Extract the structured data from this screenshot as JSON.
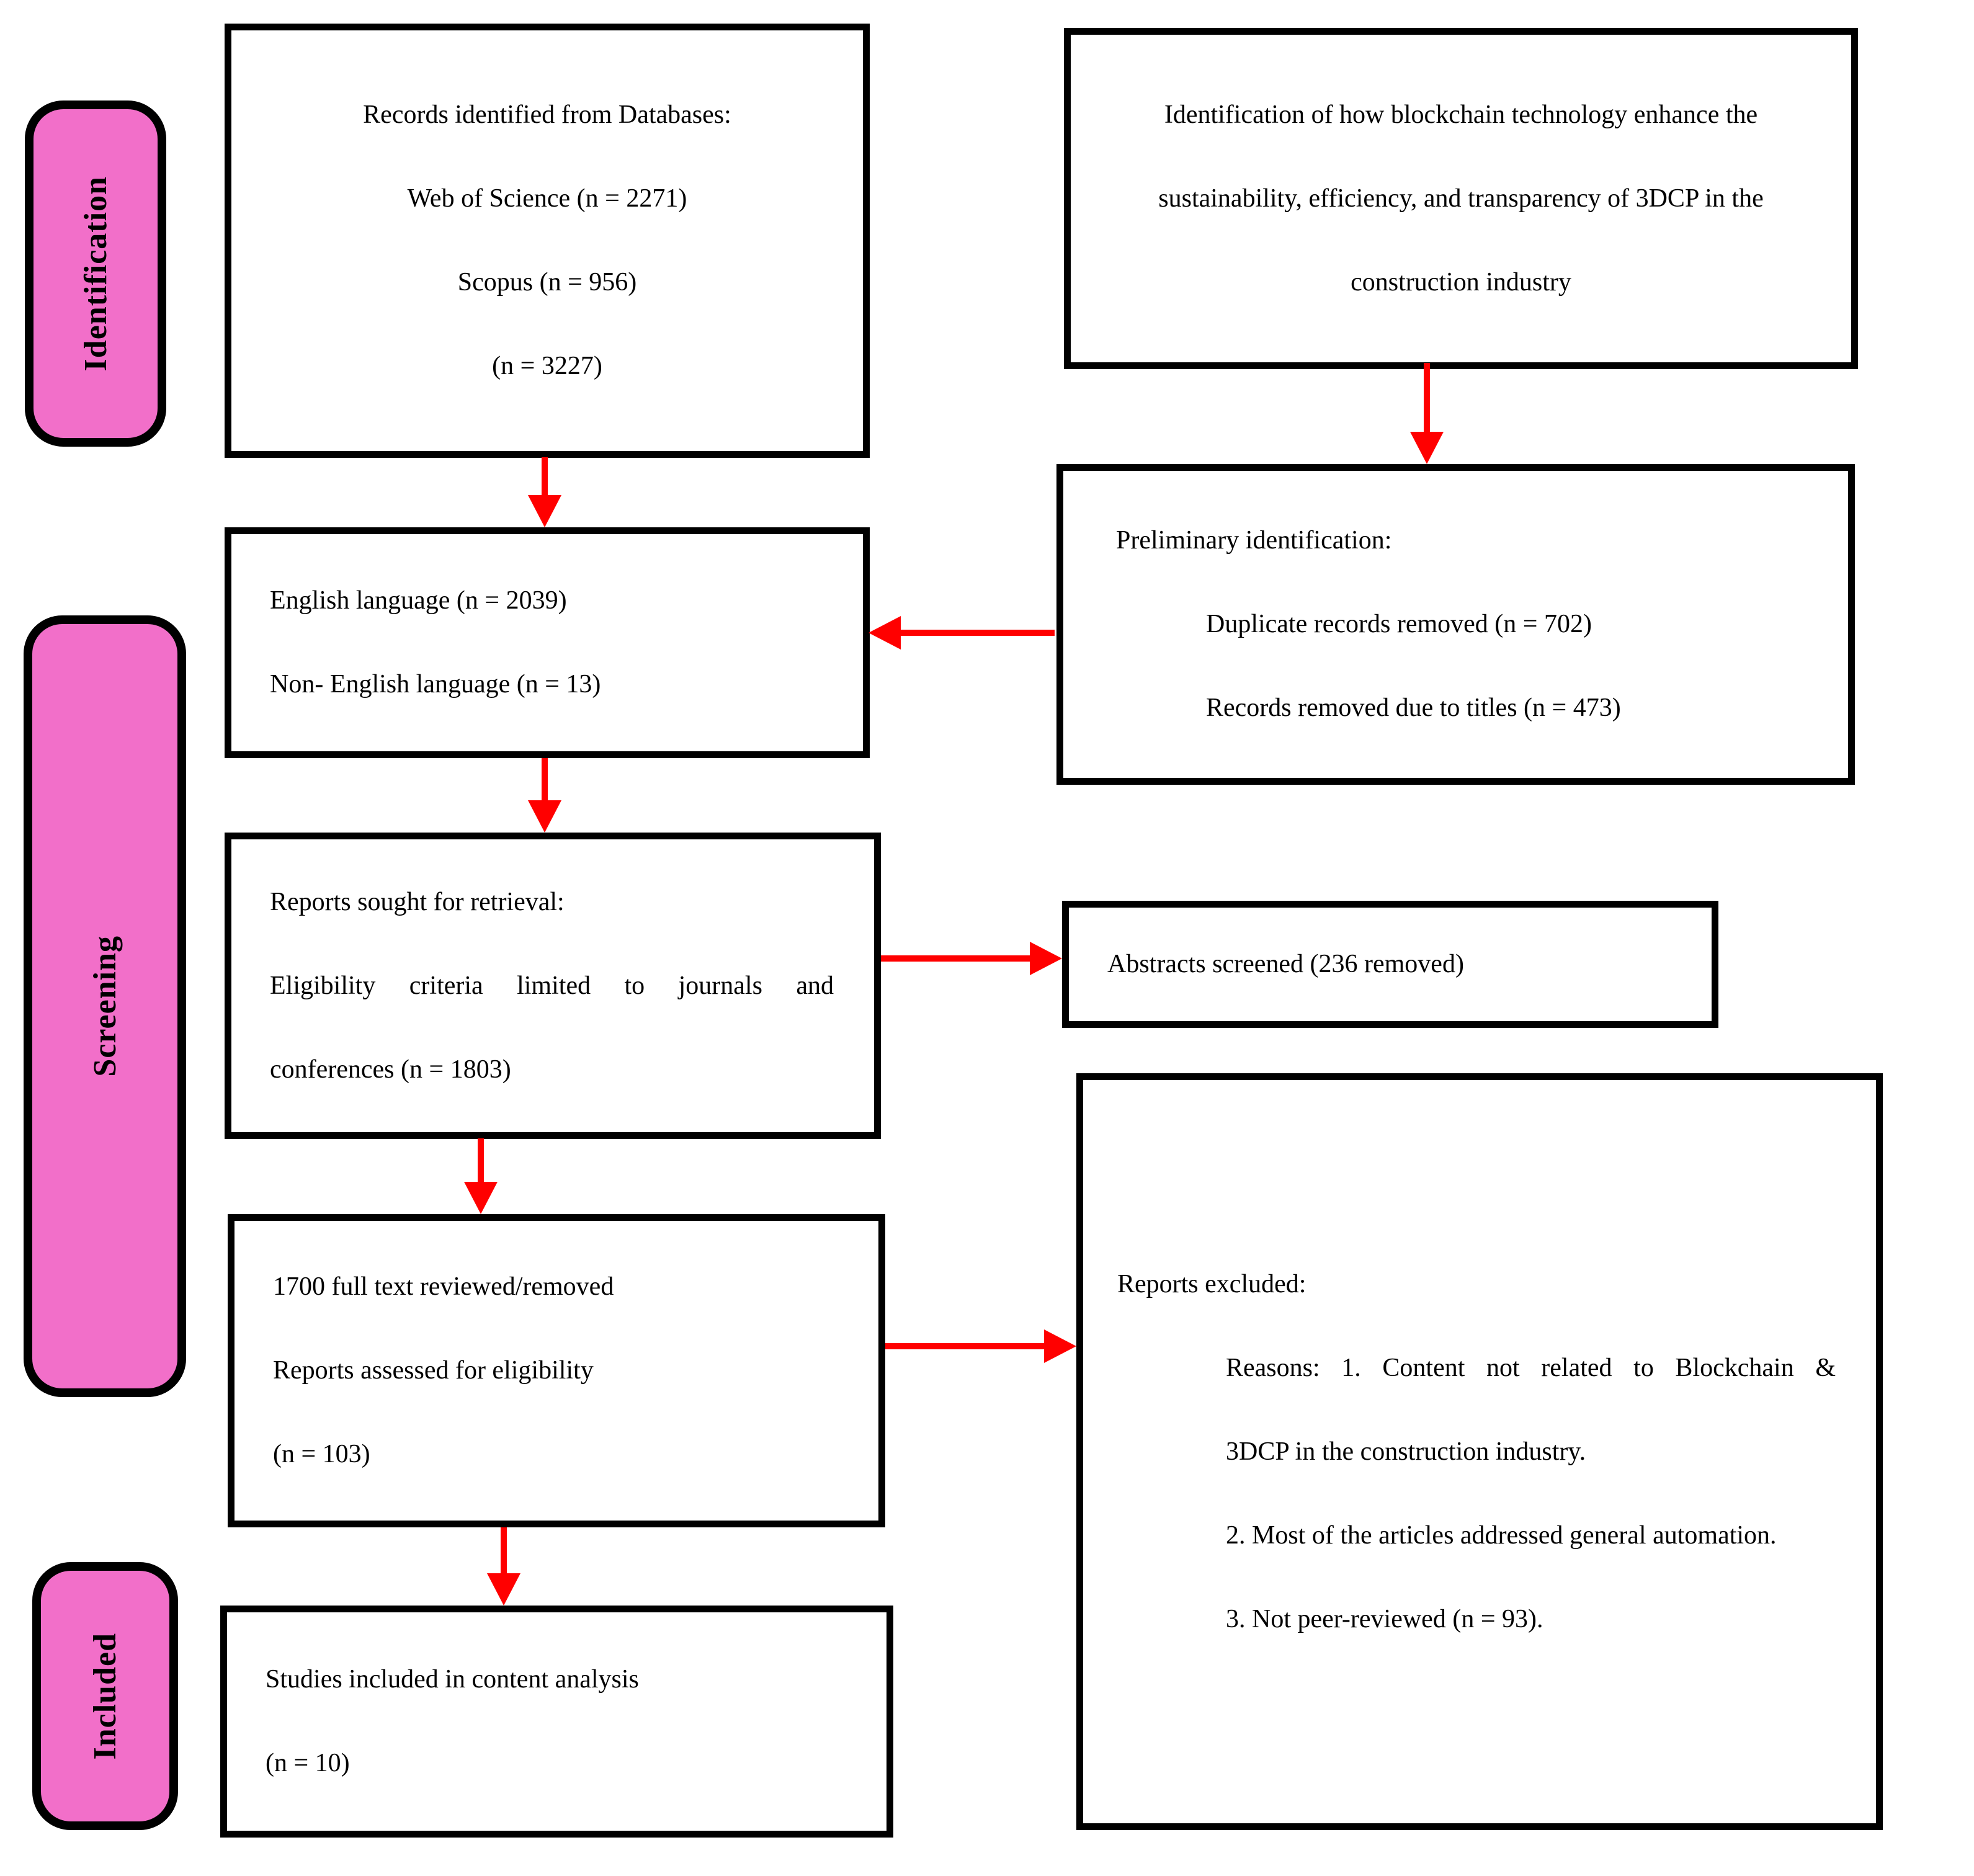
{
  "colors": {
    "pink": "#F26FC9",
    "red": "#FF0000",
    "black": "#000000"
  },
  "stages": [
    {
      "label": "Identification"
    },
    {
      "label": "Screening"
    },
    {
      "label": "Included"
    }
  ],
  "boxes": {
    "records": {
      "lines": [
        "Records identified from Databases:",
        "Web of Science (n = 2271)",
        "Scopus (n = 956)",
        "(n = 3227)"
      ]
    },
    "research_question": {
      "lines": [
        "Identification of how blockchain technology enhance the",
        "sustainability, efficiency, and transparency of 3DCP in the",
        "construction industry"
      ]
    },
    "language": {
      "lines": [
        "English language (n = 2039)",
        "Non- English language (n = 13)"
      ]
    },
    "preliminary": {
      "lines": [
        "Preliminary identification:",
        "Duplicate records removed (n = 702)",
        "Records removed due to titles (n = 473)"
      ]
    },
    "reports_sought": {
      "lines": [
        "Reports sought for retrieval:",
        "Eligibility criteria limited to journals and",
        "conferences (n = 1803)"
      ]
    },
    "abstracts": {
      "lines": [
        "Abstracts screened (236 removed)"
      ]
    },
    "fulltext": {
      "lines": [
        "1700 full text reviewed/removed",
        "Reports assessed for eligibility",
        "(n = 103)"
      ]
    },
    "excluded": {
      "lines": [
        "Reports excluded:",
        "Reasons: 1. Content not related to Blockchain &",
        "3DCP in the construction industry.",
        "2. Most of the articles addressed general automation.",
        "3. Not peer-reviewed (n = 93)."
      ]
    },
    "included_studies": {
      "lines": [
        "Studies included in content analysis",
        "(n = 10)"
      ]
    }
  }
}
